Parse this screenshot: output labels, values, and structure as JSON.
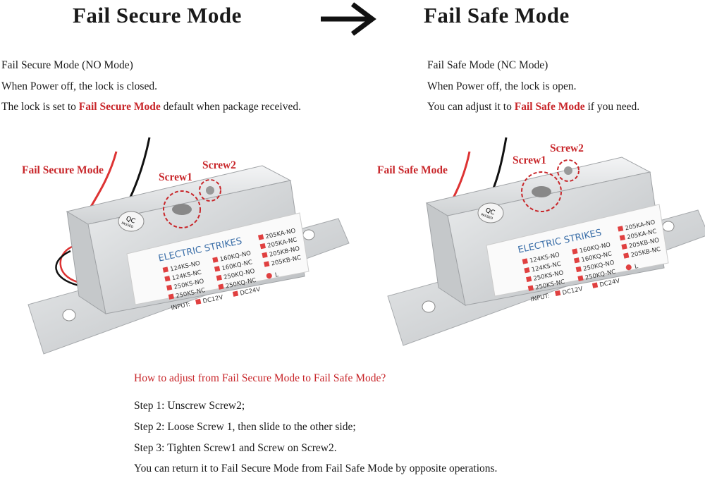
{
  "header": {
    "left_title": "Fail Secure Mode",
    "arrow_icon": "right-arrow",
    "right_title": "Fail Safe Mode"
  },
  "left_panel": {
    "line1": "Fail Secure Mode (NO Mode)",
    "line2": "When Power off, the lock is closed.",
    "line3_prefix": "The lock is set to ",
    "line3_highlight": "Fail Secure Mode",
    "line3_suffix": " default when package received.",
    "callout_mode": "Fail Secure Mode",
    "callout_screw1": "Screw1",
    "callout_screw2": "Screw2"
  },
  "right_panel": {
    "line1": "Fail Safe Mode (NC Mode)",
    "line2": "When Power off, the lock is open.",
    "line3_prefix": "You can adjust it to ",
    "line3_highlight": "Fail Safe Mode",
    "line3_suffix": " if you need.",
    "callout_mode": "Fail Safe Mode",
    "callout_screw1": "Screw1",
    "callout_screw2": "Screw2"
  },
  "lock_label": {
    "brand": "ELECTRIC STRIKES",
    "qc": "QC",
    "qc_sub": "PASSED",
    "col1": [
      "124KS-NO",
      "124KS-NC",
      "250KS-NO",
      "250KS-NC"
    ],
    "col2": [
      "160KQ-NO",
      "160KQ-NC",
      "250KQ-NO",
      "250KQ-NC"
    ],
    "col3": [
      "205KA-NO",
      "205KA-NC",
      "205KB-NO",
      "205KB-NC"
    ],
    "l_label": "L",
    "input_label": "INPUT:",
    "dc12": "DC12V",
    "dc24": "DC24V"
  },
  "instructions": {
    "question": "How to adjust from Fail Secure Mode to Fail Safe Mode?",
    "steps": [
      "Step 1: Unscrew Screw2;",
      "Step 2: Loose Screw 1, then slide to the other side;",
      "Step 3: Tighten Screw1 and Screw on Screw2.",
      "You can return it to Fail Secure Mode from Fail Safe Mode by opposite operations."
    ]
  },
  "colors": {
    "accent_red": "#c8262a",
    "label_blue": "#3a6ea8",
    "metal": "#d4d6d8"
  }
}
